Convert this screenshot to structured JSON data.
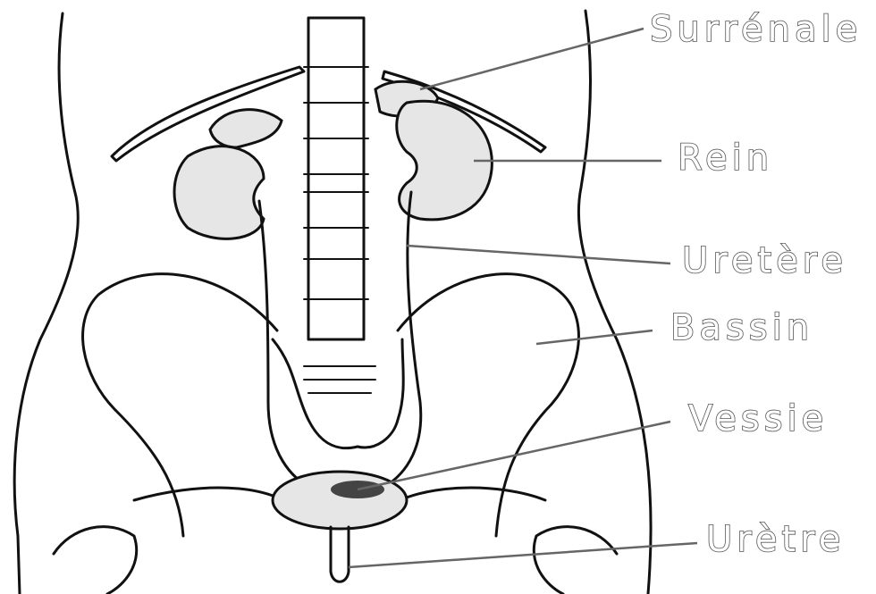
{
  "labels": {
    "surrenale": "Surrénale",
    "rein": "Rein",
    "uretere": "Uretère",
    "bassin": "Bassin",
    "vessie": "Vessie",
    "uretre": "Urètre"
  },
  "colors": {
    "background": "#ffffff",
    "outline": "#111111",
    "organ_fill": "#e6e6e6",
    "pointer": "#555555"
  }
}
